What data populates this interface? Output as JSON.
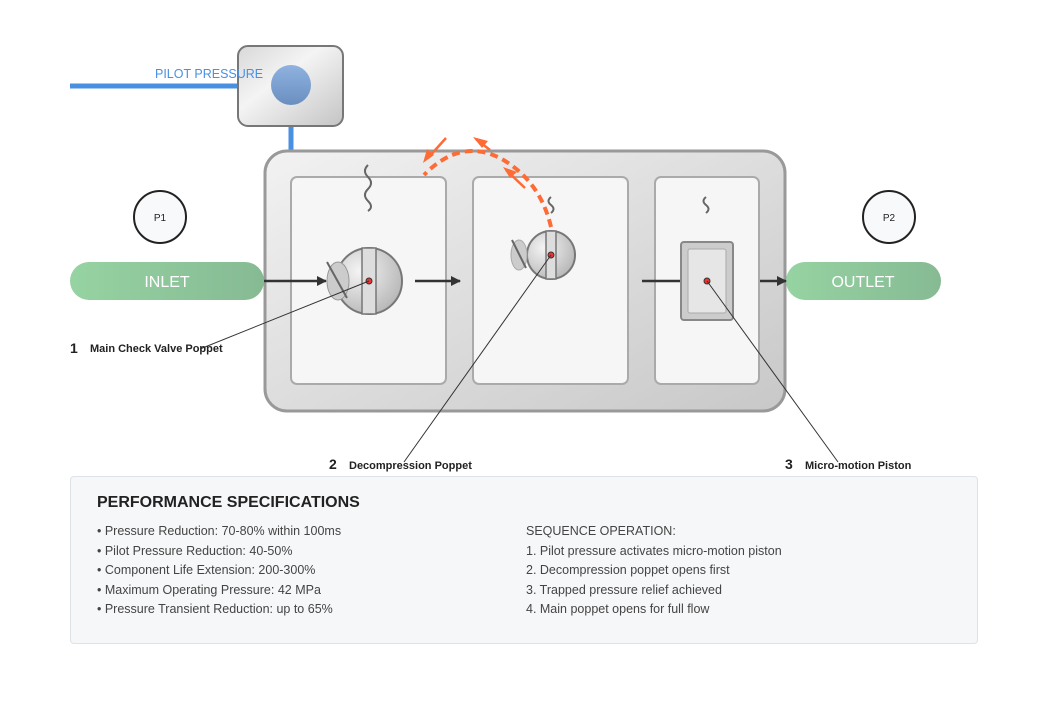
{
  "diagram": {
    "pilot_label": "PILOT PRESSURE",
    "inlet_label": "INLET",
    "outlet_label": "OUTLET",
    "gauges": [
      "P1",
      "P2"
    ],
    "callouts": [
      {
        "number": "1",
        "label": "Main Check Valve Poppet"
      },
      {
        "number": "2",
        "label": "Decompression Poppet"
      },
      {
        "number": "3",
        "label": "Micro-motion Piston"
      }
    ],
    "colors": {
      "pilot": "#4a90e2",
      "flow_port": "#8fcc9c",
      "relief_path": "#ff6b35",
      "body": "#d8d8d8"
    }
  },
  "specs": {
    "title": "PERFORMANCE SPECIFICATIONS",
    "items": [
      "• Pressure Reduction: 70-80% within 100ms",
      "• Pilot Pressure Reduction: 40-50%",
      "• Component Life Extension: 200-300%",
      "• Maximum Operating Pressure: 42 MPa",
      "• Pressure Transient Reduction: up to 65%"
    ],
    "sequence_title": "SEQUENCE OPERATION:",
    "sequence": [
      "1. Pilot pressure activates micro-motion piston",
      "2. Decompression poppet opens first",
      "3. Trapped pressure relief achieved",
      "4. Main poppet opens for full flow"
    ]
  }
}
